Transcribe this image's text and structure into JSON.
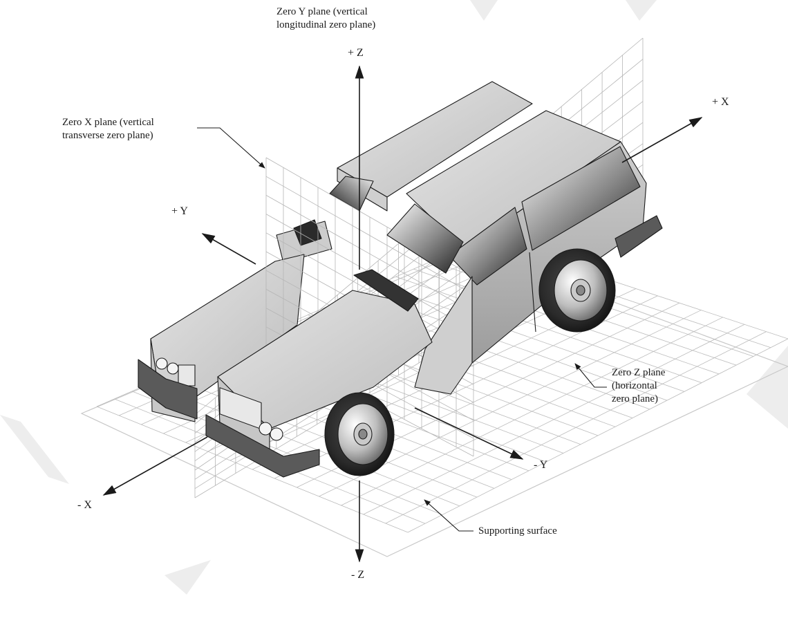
{
  "labels": {
    "zero_y_plane": [
      "Zero Y plane (vertical",
      "longitudinal zero plane)"
    ],
    "zero_x_plane": [
      "Zero X plane (vertical",
      "transverse zero plane)"
    ],
    "zero_z_plane": [
      "Zero Z plane",
      "(horizontal",
      "zero plane)"
    ],
    "supporting_surface": "Supporting surface"
  },
  "axes": {
    "pos_z": "+ Z",
    "neg_z": "- Z",
    "pos_x": "+ X",
    "neg_x": "- X",
    "pos_y": "+ Y",
    "neg_y": "- Y"
  },
  "colors": {
    "line": "#1a1a1a",
    "grid": "#b8b8b8",
    "body": "#d6d6d6",
    "body_dark": "#9a9a9a",
    "glass_dark": "#303030",
    "bumper": "#5a5a5a",
    "watermark": "#e6e6e6"
  }
}
